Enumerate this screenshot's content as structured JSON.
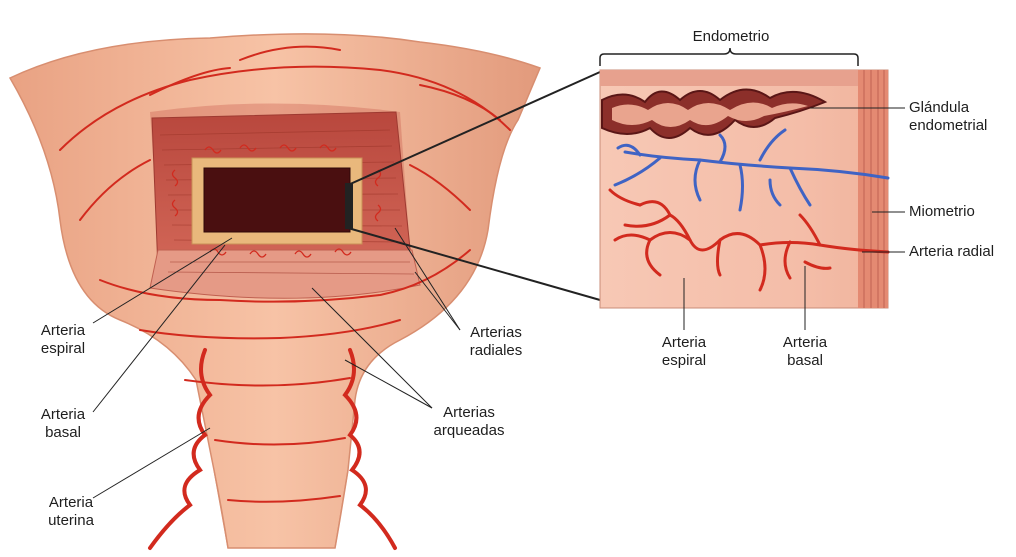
{
  "labels": {
    "endometrio": "Endometrio",
    "glandula_1": "Glándula",
    "glandula_2": "endometrial",
    "miometrio": "Miometrio",
    "arteria_radial": "Arteria radial",
    "arteria_espiral_right_1": "Arteria",
    "arteria_espiral_right_2": "espiral",
    "arteria_basal_right_1": "Arteria",
    "arteria_basal_right_2": "basal",
    "arteria_espiral_left_1": "Arteria",
    "arteria_espiral_left_2": "espiral",
    "arteria_basal_left_1": "Arteria",
    "arteria_basal_left_2": "basal",
    "arteria_uterina_1": "Arteria",
    "arteria_uterina_2": "uterina",
    "arterias_radiales_1": "Arterias",
    "arterias_radiales_2": "radiales",
    "arterias_arqueadas_1": "Arterias",
    "arterias_arqueadas_2": "arqueadas"
  },
  "colors": {
    "uterus_skin": "#f2b493",
    "uterus_shadow": "#d98b6f",
    "artery_red": "#d22a1e",
    "vein_blue": "#3f63c4",
    "cavity_dark": "#4a0f10",
    "endometrium_tan": "#e9b87c",
    "myometrium_muscle": "#c9584a",
    "inset_tissue": "#f6c2ae"
  }
}
